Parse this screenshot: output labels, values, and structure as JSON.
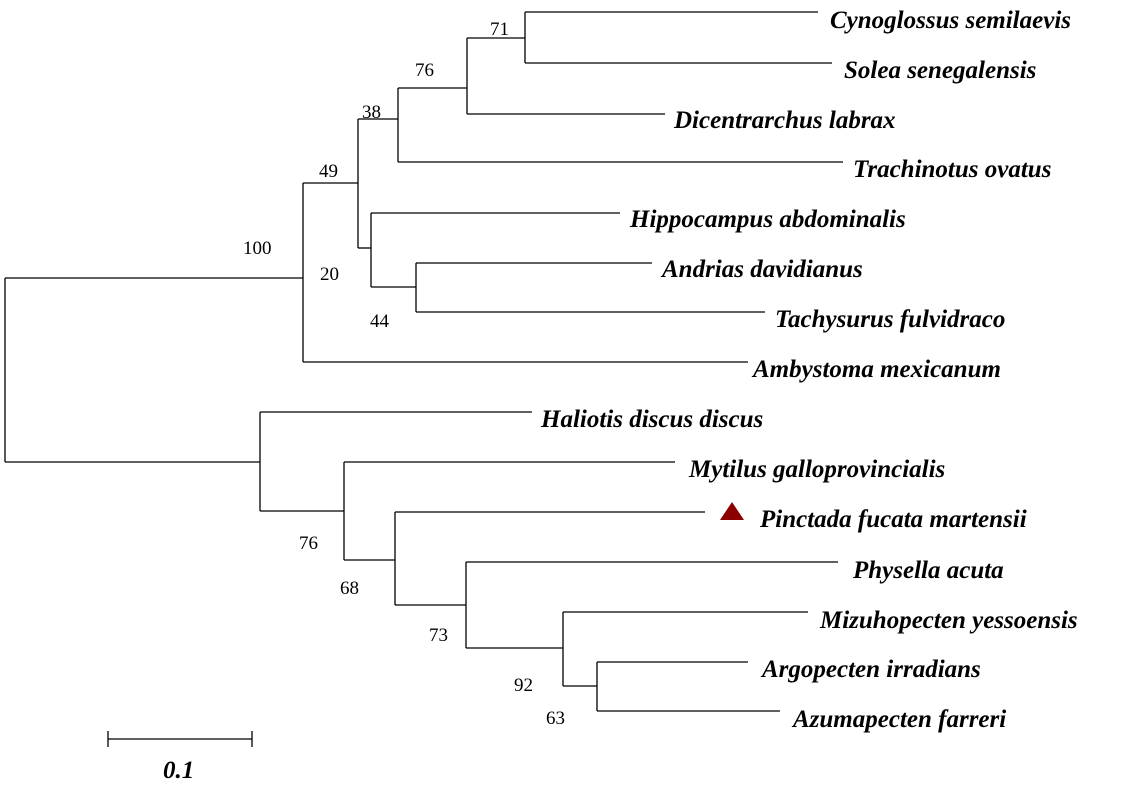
{
  "tree": {
    "taxa": [
      "Cynoglossus semilaevis",
      "Solea senegalensis",
      "Dicentrarchus labrax",
      "Trachinotus ovatus",
      "Hippocampus abdominalis",
      "Andrias davidianus",
      "Tachysurus fulvidraco",
      "Ambystoma mexicanum",
      "Haliotis discus discus",
      "Mytilus galloprovincialis",
      "Pinctada fucata martensii",
      "Physella acuta",
      "Mizuhopecten yessoensis",
      "Argopecten irradians",
      "Azumapecten farreri"
    ],
    "highlighted_taxon": "Pinctada fucata martensii",
    "highlight_marker": "triangle-up-icon",
    "highlight_color": "#8b0000",
    "bootstrap_values": [
      "71",
      "76",
      "38",
      "49",
      "100",
      "20",
      "44",
      "76",
      "68",
      "73",
      "92",
      "63"
    ]
  },
  "scale_bar": {
    "label": "0.1",
    "length": 0.1
  }
}
